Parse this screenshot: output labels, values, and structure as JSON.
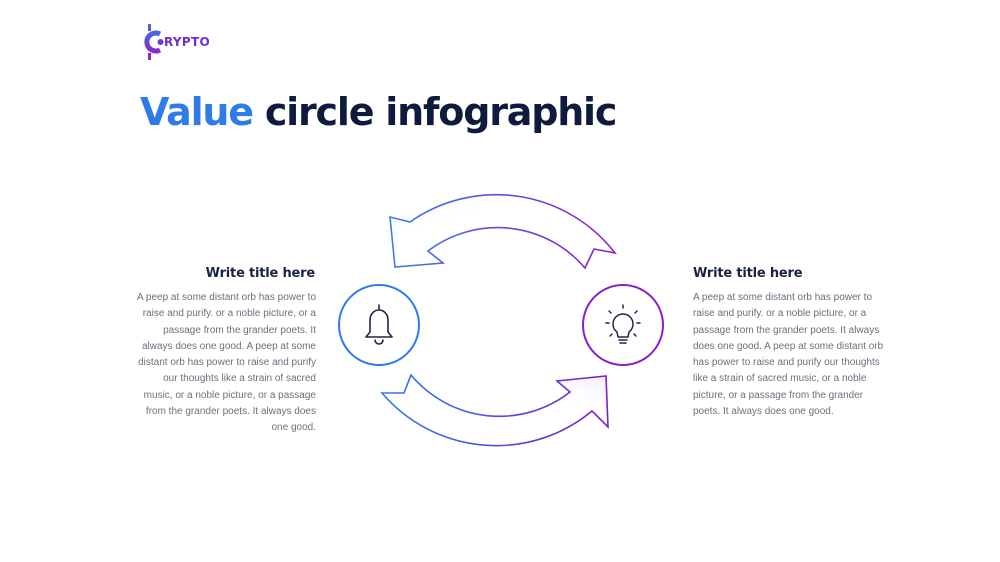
{
  "brand": {
    "logo_text": "RYPTO",
    "logo_initial": "C"
  },
  "page": {
    "title_accent": "Value",
    "title_rest": " circle infographic"
  },
  "left_block": {
    "title": "Write title here",
    "text": "A peep at some distant orb has power to raise and purify. or a noble picture, or a passage from the grander poets. It always does one good. A peep at some distant orb has power to raise and purify our thoughts like a strain of sacred music, or a noble picture, or a passage from the grander poets. It always does one good."
  },
  "right_block": {
    "title": "Write title here",
    "text": "A peep at some distant orb has power to raise and purify. or a noble picture, or a passage from the grander poets. It always does one good. A peep at some distant orb has power to raise and purify our thoughts like a strain of sacred music, or a noble picture, or a passage from the grander poets. It always does one good."
  },
  "icons": {
    "left": "bell-icon",
    "right": "lightbulb-icon"
  },
  "colors": {
    "accent_blue": "#2f7be8",
    "accent_purple": "#7a22c9",
    "title_dark": "#0f1b3d",
    "body_gray": "#6b6f7e"
  }
}
